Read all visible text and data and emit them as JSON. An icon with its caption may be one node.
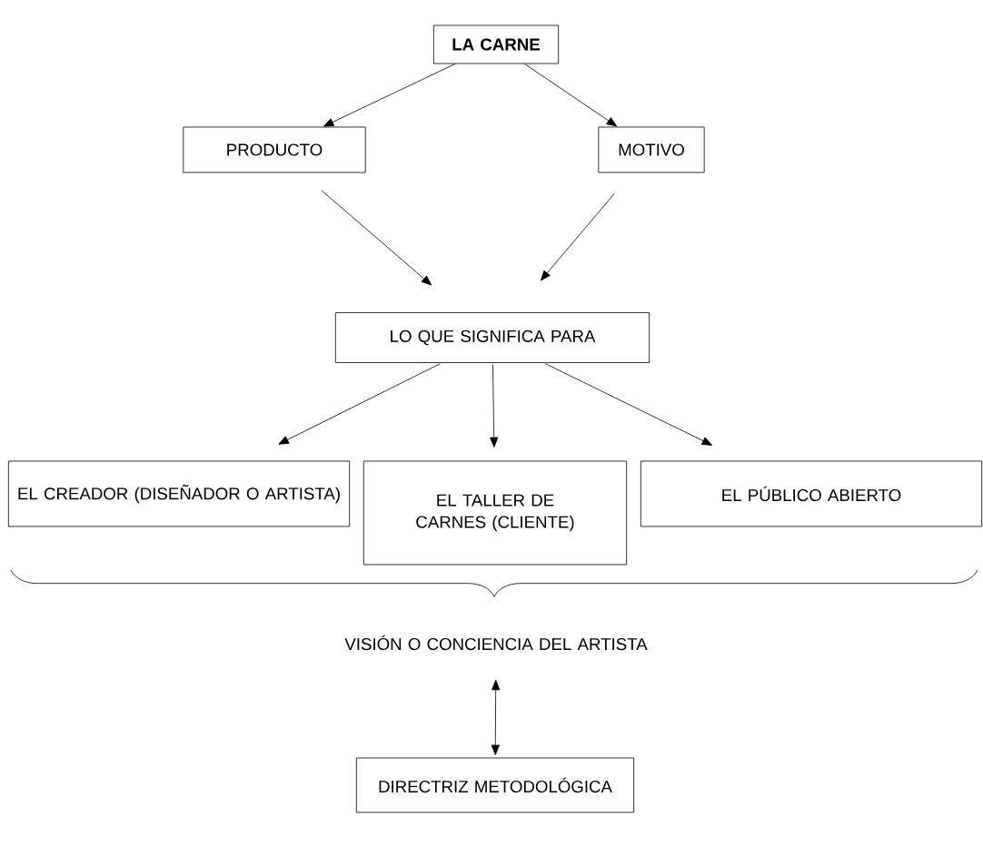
{
  "diagram": {
    "nodes": [
      {
        "text": [
          "LA CARNE"
        ]
      },
      {
        "text": [
          "PRODUCTO"
        ]
      },
      {
        "text": [
          "MOTIVO"
        ]
      },
      {
        "text": [
          "LO QUE SIGNIFICA PARA"
        ]
      },
      {
        "text": [
          "EL CREADOR (DISEÑADOR O ARTISTA)"
        ]
      },
      {
        "text": [
          "EL TALLER DE CARNES (CLIENTE)"
        ]
      },
      {
        "text": [
          "EL PÚBLICO ABIERTO"
        ]
      },
      {
        "text": [
          "VISIÓN O CONCIENCIA DEL ARTISTA"
        ]
      },
      {
        "text": [
          "DIRECTRIZ METODOLÓGICA"
        ]
      }
    ],
    "edges": [
      {
        "from": 0,
        "to": 1,
        "arrow": "to"
      },
      {
        "from": 0,
        "to": 2,
        "arrow": "to"
      },
      {
        "from": 1,
        "to": 3,
        "arrow": "to"
      },
      {
        "from": 2,
        "to": 3,
        "arrow": "to"
      },
      {
        "from": 3,
        "to": 4,
        "arrow": "to"
      },
      {
        "from": 3,
        "to": 5,
        "arrow": "to"
      },
      {
        "from": 3,
        "to": 6,
        "arrow": "to"
      },
      {
        "from": 7,
        "to": 8,
        "arrow": "both"
      }
    ]
  }
}
